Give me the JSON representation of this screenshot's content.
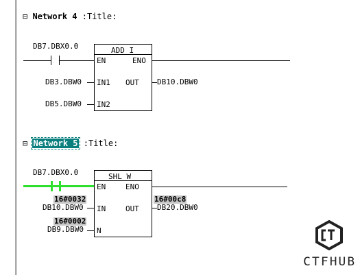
{
  "network4": {
    "expander": "⊟",
    "label": "Network 4",
    "sep": ":",
    "title": "Title:",
    "contact": "DB7.DBX0.0",
    "block": "ADD_I",
    "pin_en": "EN",
    "pin_eno": "ENO",
    "pin_in1": "IN1",
    "pin_in2": "IN2",
    "pin_out": "OUT",
    "in1_operand": "DB3.DBW0",
    "in2_operand": "DB5.DBW0",
    "out_operand": "DB10.DBW0"
  },
  "network5": {
    "expander": "⊟",
    "label": "Network 5",
    "sep": ":",
    "title": "Title:",
    "contact": "DB7.DBX0.0",
    "block": "SHL_W",
    "pin_en": "EN",
    "pin_eno": "ENO",
    "pin_in": "IN",
    "pin_n": "N",
    "pin_out": "OUT",
    "in_value": "16#0032",
    "in_operand": "DB10.DBW0",
    "n_value": "16#0002",
    "n_operand": "DB9.DBW0",
    "out_value": "16#00c8",
    "out_operand": "DB20.DBW0"
  },
  "watermark": {
    "text": "CTFHUB"
  },
  "colors": {
    "power_flow": "#2ee02e",
    "selection": "#0b7e7e",
    "status_bg": "#c6c6c6"
  }
}
